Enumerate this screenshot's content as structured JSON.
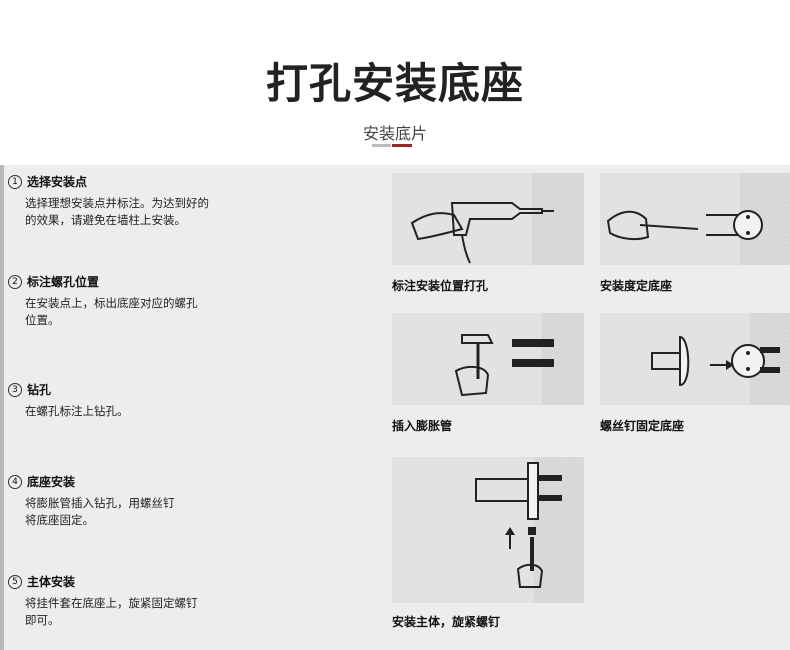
{
  "header": {
    "title": "打孔安装底座",
    "subtitle": "安装底片"
  },
  "steps": [
    {
      "num": "1",
      "title": "选择安装点",
      "desc": "选择理想安装点并标注。为达到好的\n的效果，请避免在墙柱上安装。"
    },
    {
      "num": "2",
      "title": "标注螺孔位置",
      "desc": "在安装点上，标出底座对应的螺孔\n位置。"
    },
    {
      "num": "3",
      "title": "钻孔",
      "desc": "在螺孔标注上钻孔。"
    },
    {
      "num": "4",
      "title": "底座安装",
      "desc": "将膨胀管插入钻孔，用螺丝钉\n将底座固定。"
    },
    {
      "num": "5",
      "title": "主体安装",
      "desc": "将挂件套在底座上，旋紧固定螺钉\n即可。"
    }
  ],
  "figures": [
    {
      "caption": "标注安装位置打孔",
      "icon": "drill-icon"
    },
    {
      "caption": "安装度定底座",
      "icon": "screwdriver-icon"
    },
    {
      "caption": "插入膨胀管",
      "icon": "hammer-icon"
    },
    {
      "caption": "螺丝钉固定底座",
      "icon": "mount-base-icon"
    },
    {
      "caption": "安装主体，旋紧螺钉",
      "icon": "assemble-icon"
    }
  ],
  "colors": {
    "panel_bg": "#ededed",
    "accent_underline": "#8e2a2e",
    "title_text": "#222222"
  }
}
